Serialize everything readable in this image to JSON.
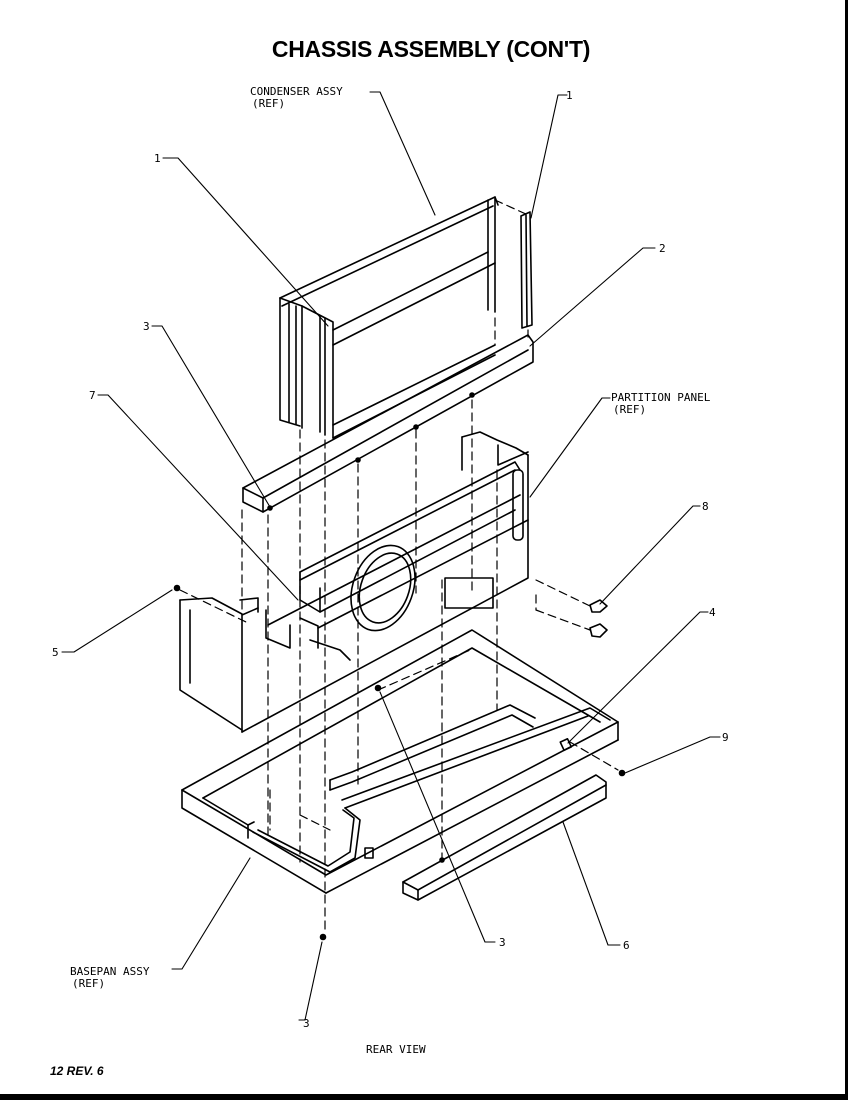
{
  "title": "CHASSIS ASSEMBLY (CON'T)",
  "caption": "REAR VIEW",
  "footer": "12 REV. 6",
  "labels": {
    "condenser_line1": "CONDENSER ASSY",
    "condenser_line2": "(REF)",
    "partition_line1": "PARTITION PANEL",
    "partition_line2": "(REF)",
    "basepan_line1": "BASEPAN ASSY",
    "basepan_line2": "(REF)",
    "num_1a": "1",
    "num_1b": "1",
    "num_2": "2",
    "num_3a": "3",
    "num_7": "7",
    "num_8": "8",
    "num_5": "5",
    "num_4": "4",
    "num_9": "9",
    "num_3b": "3",
    "num_6": "6",
    "num_3c": "3"
  }
}
